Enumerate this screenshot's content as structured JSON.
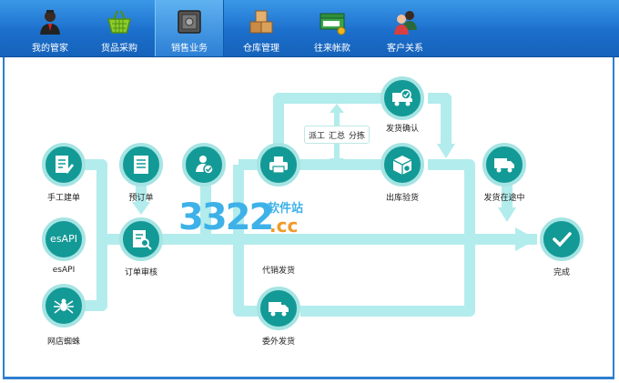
{
  "toolbar": {
    "items": [
      {
        "label": "我的管家",
        "icon": "user-icon"
      },
      {
        "label": "货品采购",
        "icon": "basket-icon"
      },
      {
        "label": "销售业务",
        "icon": "safe-icon"
      },
      {
        "label": "仓库管理",
        "icon": "boxes-icon"
      },
      {
        "label": "往来帐款",
        "icon": "money-icon"
      },
      {
        "label": "客户关系",
        "icon": "users-icon"
      }
    ],
    "active": "销售业务"
  },
  "flow": {
    "manual_order": {
      "label": "手工建单",
      "icon": "document-edit-icon"
    },
    "esapi": {
      "label": "esAPI",
      "icon_text": "esAPI"
    },
    "shop_spider": {
      "label": "网店蜘蛛",
      "icon": "spider-icon"
    },
    "pre_order": {
      "label": "预订单",
      "icon": "document-icon"
    },
    "order_review": {
      "label": "订单审核",
      "icon": "document-search-icon"
    },
    "finance": {
      "icon": "person-check-icon"
    },
    "print": {
      "icon": "printer-icon"
    },
    "ship_confirm": {
      "label": "发货确认",
      "icon": "truck-check-icon"
    },
    "outbound_check": {
      "label": "出库验货",
      "icon": "package-search-icon"
    },
    "in_transit": {
      "label": "发货在途中",
      "icon": "truck-icon"
    },
    "dropship": {
      "label": "代销发货"
    },
    "outsource": {
      "label": "委外发货",
      "icon": "truck-icon"
    },
    "complete": {
      "label": "完成",
      "icon": "checkmark-icon"
    },
    "ops": [
      "派工",
      "汇总",
      "分拣"
    ]
  },
  "watermark": {
    "logo": "3322",
    "line1": "软件站",
    "line2": ".cc"
  },
  "colors": {
    "node": "#139a96",
    "ring": "#a6e4e4",
    "flow": "#b3ecec",
    "toolbar": "#1c6fcc"
  }
}
